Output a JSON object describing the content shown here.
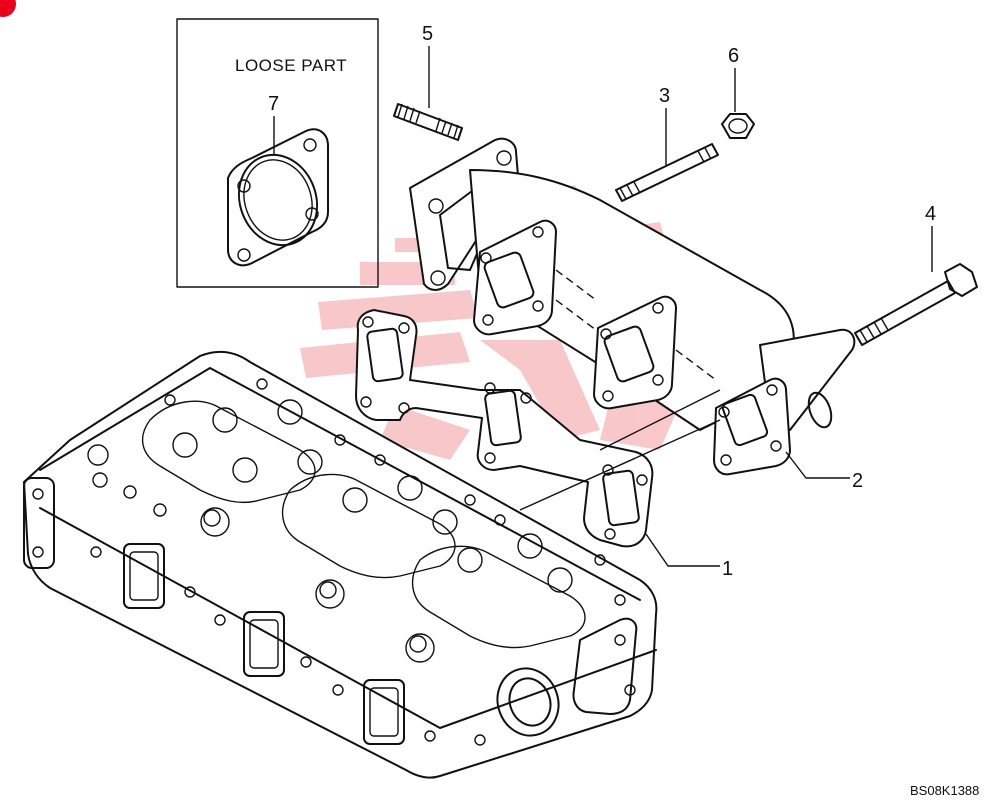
{
  "loose_part_box": {
    "title": "LOOSE PART",
    "callout": "7"
  },
  "callouts": {
    "c1": "1",
    "c2": "2",
    "c3": "3",
    "c4": "4",
    "c5": "5",
    "c6": "6"
  },
  "watermark": {
    "text": "",
    "logo_text": "",
    "color": "#e8323c"
  },
  "drawing_code": "BS08K1388",
  "corner_marker_color": "#e8001c"
}
